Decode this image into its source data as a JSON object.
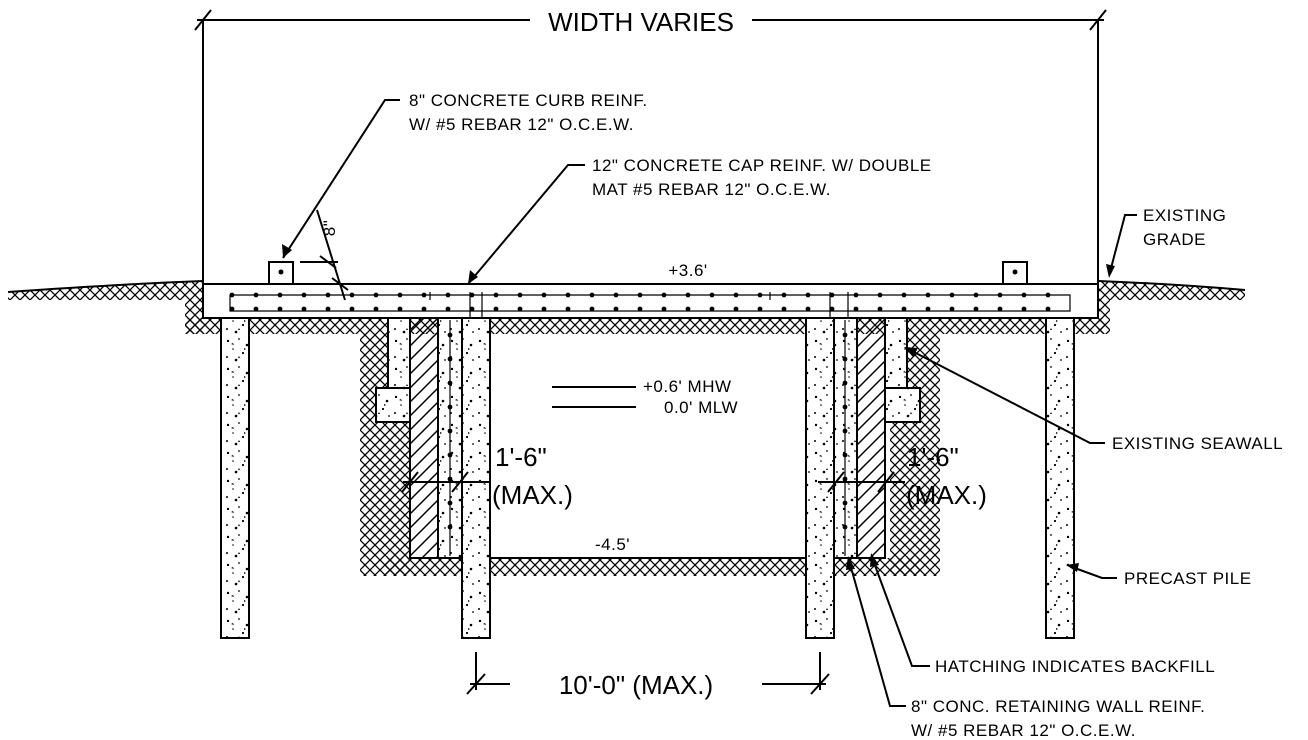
{
  "labels": {
    "width_varies": "WIDTH VARIES",
    "curb_line1": "8\" CONCRETE CURB REINF.",
    "curb_line2": "W/ #5 REBAR 12\" O.C.E.W.",
    "cap_line1": "12\" CONCRETE CAP REINF. W/ DOUBLE",
    "cap_line2": "MAT #5 REBAR 12\" O.C.E.W.",
    "existing_grade_line1": "EXISTING",
    "existing_grade_line2": "GRADE",
    "curb_dim": "8\"",
    "cap_elev": "+3.6'",
    "mhw": "+0.6' MHW",
    "mlw": "0.0' MLW",
    "existing_seawall": "EXISTING SEAWALL",
    "left_dim1": "1'-6\"",
    "left_dim2": "(MAX.)",
    "right_dim1": "1'-6\"",
    "right_dim2": "(MAX.)",
    "bottom_elev": "-4.5'",
    "precast_pile": "PRECAST PILE",
    "span_dim": "10'-0\" (MAX.)",
    "hatching": "HATCHING INDICATES BACKFILL",
    "wall_line1": "8\" CONC. RETAINING WALL REINF.",
    "wall_line2": "W/ #5 REBAR 12\" O.C.E.W."
  }
}
